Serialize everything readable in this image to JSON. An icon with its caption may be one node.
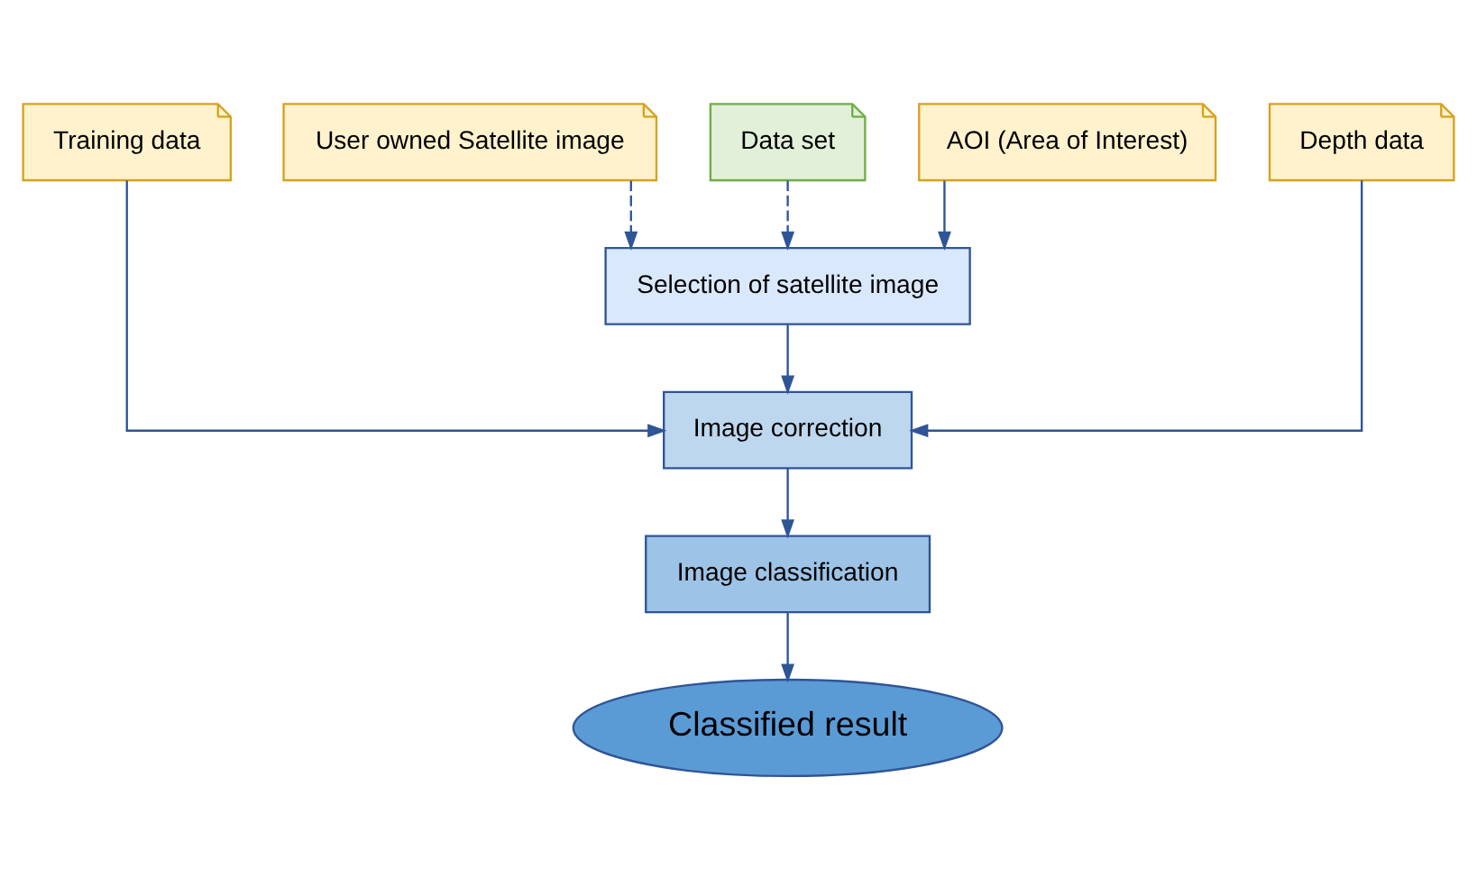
{
  "diagram": {
    "nodes": [
      {
        "text": [
          "User owned Satellite image"
        ]
      },
      {
        "text": [
          "Data set"
        ]
      },
      {
        "text": [
          "AOI (Area of Interest)"
        ]
      },
      {
        "text": [
          "Training data"
        ]
      },
      {
        "text": [
          "Depth data"
        ]
      },
      {
        "text": [
          "Selection of satellite image"
        ]
      },
      {
        "text": [
          "Image correction"
        ]
      },
      {
        "text": [
          "Image classification"
        ]
      },
      {
        "text": [
          "Classified result"
        ]
      }
    ],
    "edges": [
      {
        "from": 0,
        "to": 5,
        "arrow": "to",
        "style": "dashed"
      },
      {
        "from": 1,
        "to": 5,
        "arrow": "to",
        "style": "dashed"
      },
      {
        "from": 2,
        "to": 5,
        "arrow": "to"
      },
      {
        "from": 5,
        "to": 6,
        "arrow": "to"
      },
      {
        "from": 3,
        "to": 6,
        "arrow": "to"
      },
      {
        "from": 4,
        "to": 6,
        "arrow": "to"
      },
      {
        "from": 6,
        "to": 7,
        "arrow": "to"
      },
      {
        "from": 7,
        "to": 8,
        "arrow": "to"
      }
    ]
  }
}
